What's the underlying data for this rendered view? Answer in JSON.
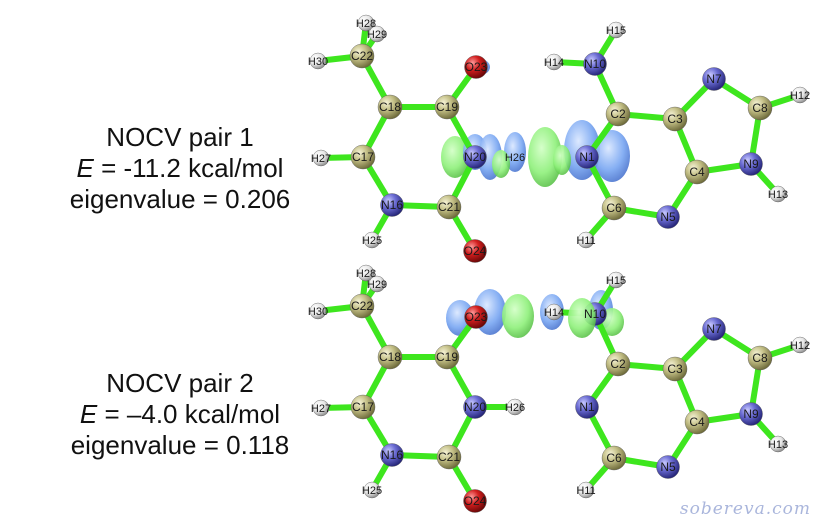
{
  "panels": [
    {
      "title": "NOCV pair 1",
      "energy_symbol": "E",
      "energy_value": " = -11.2 kcal/mol",
      "eigenvalue": "eigenvalue = 0.206"
    },
    {
      "title": "NOCV pair 2",
      "energy_symbol": "E",
      "energy_value": " = –4.0 kcal/mol",
      "eigenvalue": "eigenvalue = 0.118"
    }
  ],
  "atom_labels": {
    "H28": "H28",
    "H29": "H29",
    "H30": "H30",
    "C22": "C22",
    "O23": "O23",
    "C18": "C18",
    "C19": "C19",
    "C17": "C17",
    "N20": "N20",
    "H26": "H26",
    "H27": "H27",
    "N16": "N16",
    "C21": "C21",
    "H25": "H25",
    "O24": "O24",
    "H15": "H15",
    "H14": "H14",
    "N10": "N10",
    "N7": "N7",
    "C2": "C2",
    "C3": "C3",
    "C8": "C8",
    "H12": "H12",
    "N1": "N1",
    "C4": "C4",
    "N9": "N9",
    "C6": "C6",
    "N5": "N5",
    "H13": "H13",
    "H11": "H11"
  },
  "colors": {
    "carbon": "#c3bf86",
    "nitrogen": "#6a6bd2",
    "oxygen": "#d11e1e",
    "hydrogen": "#e7e7e7",
    "bond": "#3ee61e",
    "lobe_green": "#8ef07a",
    "lobe_blue": "#78a6f2"
  },
  "watermark": "sobereva.com"
}
